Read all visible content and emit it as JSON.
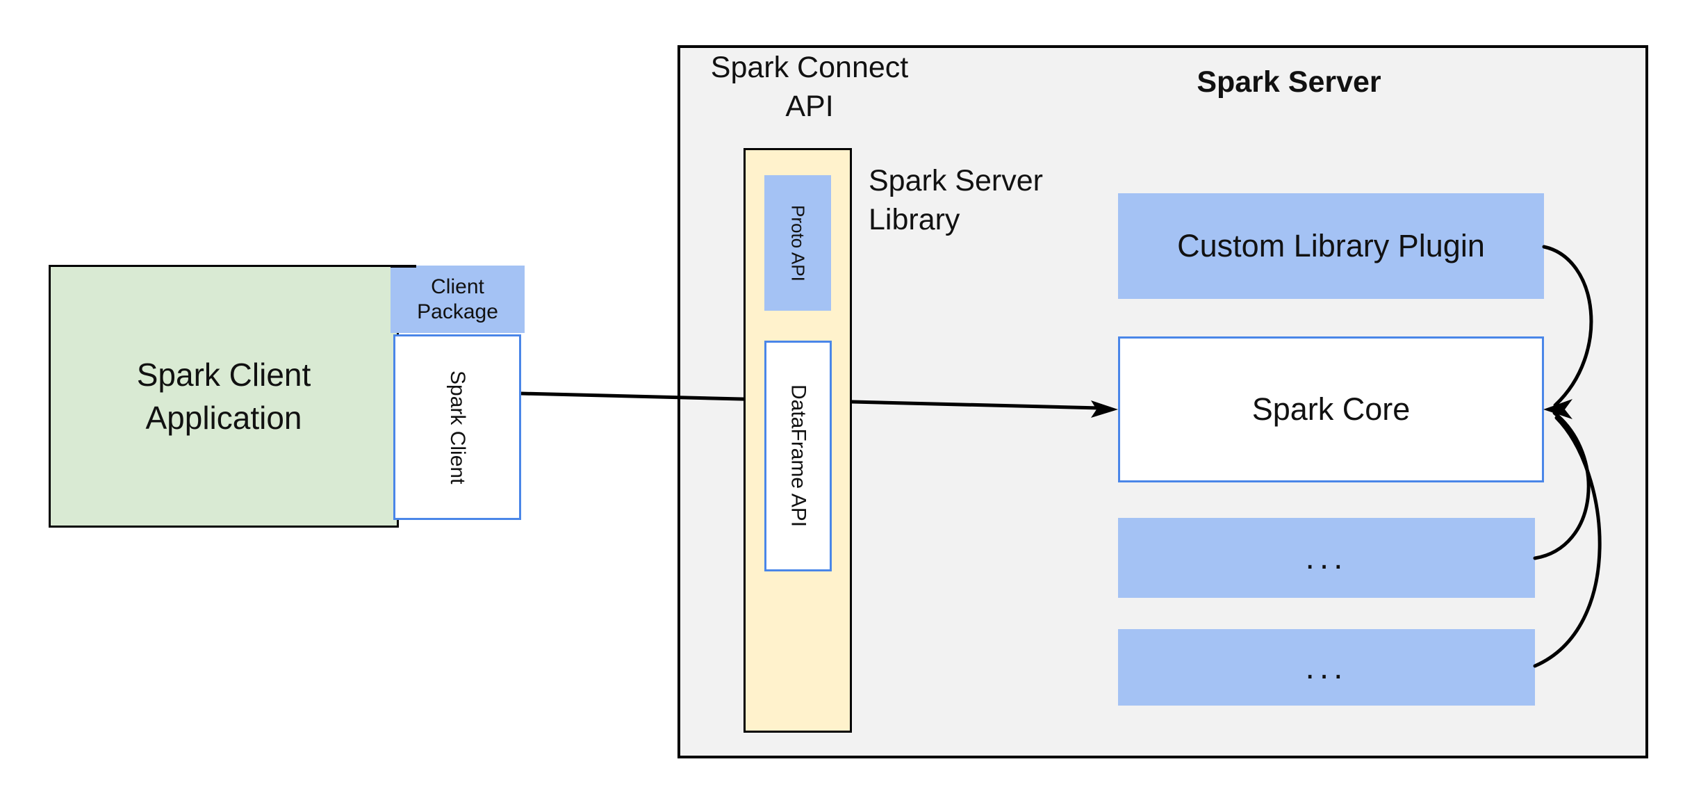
{
  "client": {
    "app_label": "Spark Client\nApplication",
    "package_label": "Client\nPackage",
    "client_label": "Spark Client"
  },
  "connect_api": {
    "title": "Spark Connect\nAPI",
    "proto_label": "Proto API",
    "dataframe_label": "DataFrame API"
  },
  "server": {
    "title": "Spark Server",
    "library_label": "Spark Server\nLibrary",
    "plugin_label": "Custom Library Plugin",
    "core_label": "Spark Core",
    "slot1_label": "...",
    "slot2_label": "..."
  },
  "colors": {
    "client_app_fill": "#d9ead3",
    "plugin_fill": "#a4c2f4",
    "connect_api_fill": "#fff2cc",
    "server_panel_fill": "#f2f2f2",
    "box_blue_border": "#4a86e8",
    "line_color": "#000000"
  }
}
